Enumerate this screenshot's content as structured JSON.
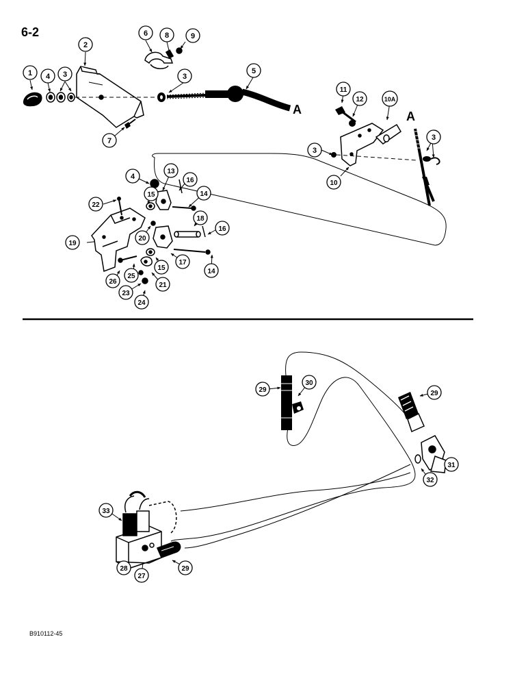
{
  "page_number": "6-2",
  "figure_code": "B910112-45",
  "connection_marker": "A",
  "callouts": {
    "c1": "1",
    "c2": "2",
    "c3a": "3",
    "c3b": "3",
    "c3c": "3",
    "c3d": "3",
    "c4a": "4",
    "c4b": "4",
    "c5": "5",
    "c6": "6",
    "c7": "7",
    "c8": "8",
    "c9": "9",
    "c10": "10",
    "c10a": "10A",
    "c11": "11",
    "c12": "12",
    "c13": "13",
    "c14a": "14",
    "c14b": "14",
    "c15a": "15",
    "c15b": "15",
    "c16a": "16",
    "c16b": "16",
    "c17": "17",
    "c18": "18",
    "c19": "19",
    "c20": "20",
    "c21": "21",
    "c22": "22",
    "c23": "23",
    "c24": "24",
    "c25": "25",
    "c26": "26",
    "c27": "27",
    "c28": "28",
    "c29a": "29",
    "c29b": "29",
    "c29c": "29",
    "c30": "30",
    "c31": "31",
    "c32": "32",
    "c33": "33"
  }
}
